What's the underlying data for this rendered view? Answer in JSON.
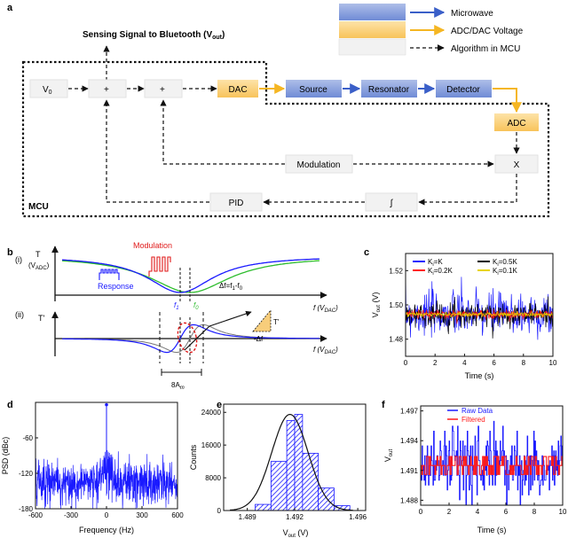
{
  "panels": {
    "a": {
      "label": "a",
      "legend": {
        "microwave": {
          "label": "Microwave",
          "color": "#5b7fd0"
        },
        "adc_dac": {
          "label": "ADC/DAC Voltage",
          "color": "#f5b623"
        },
        "algorithm": {
          "label": "Algorithm in MCU",
          "color": "#333333"
        }
      },
      "output_label": "Sensing Signal to Bluetooth (V",
      "output_sub": "out",
      "output_close": ")",
      "blocks": {
        "v0": "V",
        "v0_sub": "0",
        "sum1": "+",
        "sum2": "+",
        "dac": "DAC",
        "source": "Source",
        "resonator": "Resonator",
        "detector": "Detector",
        "adc": "ADC",
        "modulation": "Modulation",
        "multiply": "X",
        "pid": "PID",
        "integrator": "∫",
        "mcu": "MCU"
      }
    },
    "b": {
      "label": "b",
      "row1_tag": "(i)",
      "row2_tag": "(ii)",
      "y1_label": "T",
      "y1_unit": "(V",
      "y1_unit_sub": "ADC",
      "y1_unit_close": ")",
      "y2_label": "T'",
      "x_label": "f (V",
      "x_label_sub": "DAC",
      "x_label_close": ")",
      "modulation": "Modulation",
      "response": "Response",
      "delta_f": "Δf=f",
      "delta_f_sub1": "1",
      "delta_f_mid": "-f",
      "delta_f_sub0": "0",
      "f1": "f",
      "f1_sub": "1",
      "f0": "f",
      "f0_sub": "0",
      "tprime": "T'",
      "minus_delta_f": "-Δf",
      "width_label": "8A",
      "width_sub": "m"
    }
  },
  "chart_data": [
    {
      "id": "c",
      "type": "line",
      "xlabel": "Time (s)",
      "ylabel": "V",
      "ylabel_sub": "out",
      "ylabel_unit": " (V)",
      "xlim": [
        0,
        10
      ],
      "ylim": [
        1.47,
        1.53
      ],
      "x_ticks": [
        0,
        2,
        4,
        6,
        8,
        10
      ],
      "y_ticks": [
        1.48,
        1.5,
        1.52
      ],
      "legend_position": "top",
      "series": [
        {
          "name": "K",
          "name_sub": "i",
          "name_tail": "=K",
          "color": "#1a1aff",
          "center": 1.4945,
          "amplitude": 0.012
        },
        {
          "name": "K",
          "name_sub": "i",
          "name_tail": "=0.5K",
          "color": "#000000",
          "center": 1.4945,
          "amplitude": 0.006
        },
        {
          "name": "K",
          "name_sub": "i",
          "name_tail": "=0.2K",
          "color": "#ff1a1a",
          "center": 1.4945,
          "amplitude": 0.0025
        },
        {
          "name": "K",
          "name_sub": "i",
          "name_tail": "=0.1K",
          "color": "#e8d400",
          "center": 1.4945,
          "amplitude": 0.0012
        }
      ]
    },
    {
      "id": "d",
      "type": "line",
      "xlabel": "Frequency (Hz)",
      "ylabel": "PSD (dBc)",
      "xlim": [
        -600,
        600
      ],
      "ylim": [
        -180,
        0
      ],
      "x_ticks": [
        -600,
        -300,
        0,
        300,
        600
      ],
      "y_ticks": [
        -180,
        -120,
        -60
      ],
      "peak": {
        "x": 0,
        "y": -4
      },
      "noise_floor_edge": -123,
      "noise_floor_center": -95,
      "color": "#1a1aff"
    },
    {
      "id": "e",
      "type": "bar",
      "xlabel": "V",
      "xlabel_sub": "out",
      "xlabel_unit": " (V)",
      "ylabel": "Counts",
      "xlim": [
        1.4875,
        1.4965
      ],
      "ylim": [
        0,
        26000
      ],
      "x_ticks": [
        1.489,
        1.492,
        1.496
      ],
      "y_ticks": [
        0,
        8000,
        16000,
        24000
      ],
      "bins": [
        {
          "x0": 1.4895,
          "x1": 1.4905,
          "value": 1500
        },
        {
          "x0": 1.4905,
          "x1": 1.4915,
          "value": 12000
        },
        {
          "x0": 1.4915,
          "x1": 1.492,
          "value": 22000
        },
        {
          "x0": 1.492,
          "x1": 1.4925,
          "value": 23500
        },
        {
          "x0": 1.4925,
          "x1": 1.4935,
          "value": 14000
        },
        {
          "x0": 1.4935,
          "x1": 1.4945,
          "value": 5500
        },
        {
          "x0": 1.4945,
          "x1": 1.4955,
          "value": 1200
        }
      ],
      "fit": {
        "mean": 1.4917,
        "sigma": 0.00115,
        "peak": 23500
      },
      "color": "#1a1aff"
    },
    {
      "id": "f",
      "type": "line",
      "xlabel": "Time (s)",
      "ylabel": "V",
      "ylabel_sub": "out",
      "xlim": [
        0,
        10
      ],
      "ylim": [
        1.4875,
        1.4975
      ],
      "x_ticks": [
        0,
        2,
        4,
        6,
        8,
        10
      ],
      "y_ticks": [
        1.488,
        1.491,
        1.494,
        1.497
      ],
      "legend_position": "top-right",
      "series": [
        {
          "name": "Raw Data",
          "color": "#1a1aff",
          "center": 1.4915,
          "amplitude": 0.0035
        },
        {
          "name": "Filtered",
          "color": "#ff1a1a",
          "center": 1.4915,
          "amplitude": 0.0009
        }
      ]
    }
  ]
}
